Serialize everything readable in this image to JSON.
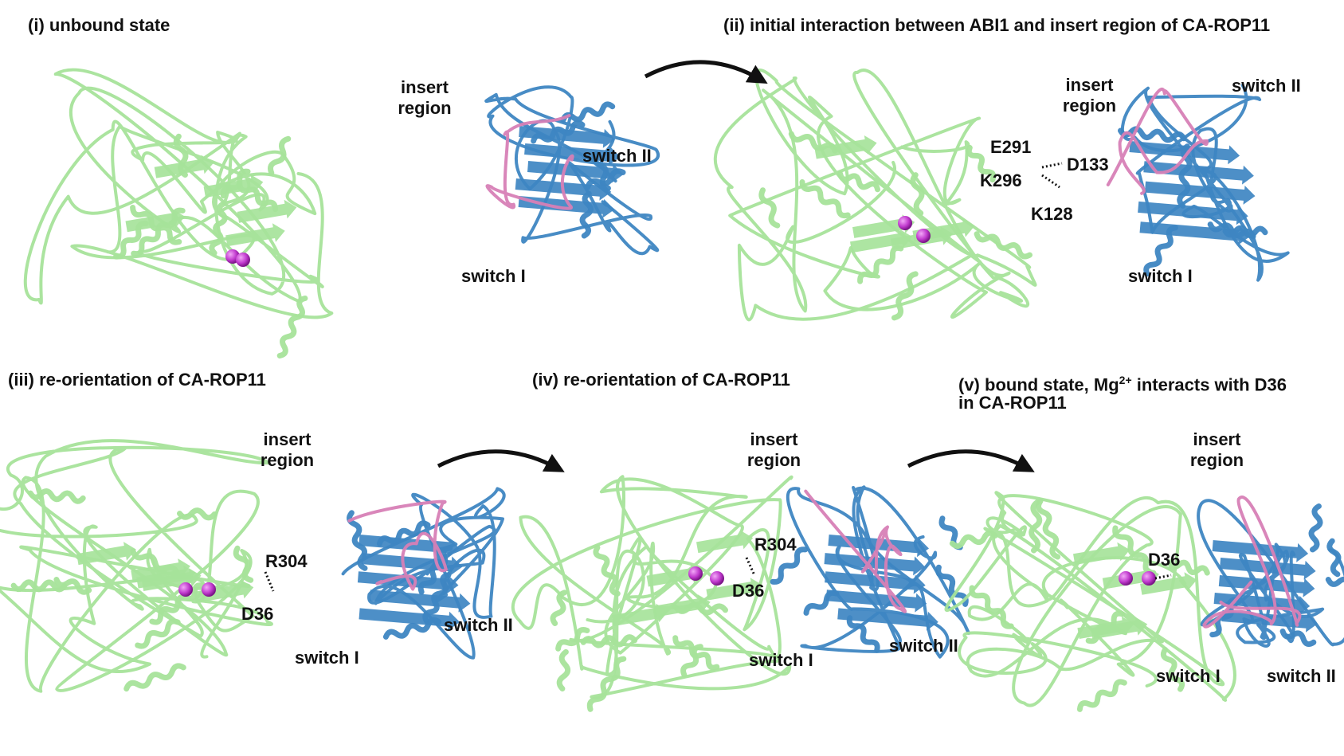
{
  "panels": {
    "p1": {
      "title": "(i) unbound state"
    },
    "p2": {
      "title": "(ii) initial interaction between ABI1 and insert region of CA-ROP11",
      "labels": {
        "insert_line1": "insert",
        "insert_line2": "region",
        "switch1": "switch I",
        "switch2": "switch II",
        "e291": "E291",
        "d133": "D133",
        "k296": "K296",
        "k128": "K128"
      }
    },
    "p3": {
      "title": "(iii) re-orientation of CA-ROP11",
      "labels": {
        "insert_line1": "insert",
        "insert_line2": "region",
        "r304": "R304",
        "d36": "D36",
        "switch1": "switch I",
        "switch2": "switch II"
      }
    },
    "p4": {
      "title": "(iv) re-orientation of CA-ROP11",
      "labels": {
        "insert_line1": "insert",
        "insert_line2": "region",
        "r304": "R304",
        "d36": "D36",
        "switch1": "switch I",
        "switch2": "switch II"
      }
    },
    "p5": {
      "title_prefix": "(v) bound state, Mg",
      "title_sup": "2+",
      "title_suffix": " interacts with D36",
      "title_line2": "in CA-ROP11",
      "labels": {
        "insert_line1": "insert",
        "insert_line2": "region",
        "d36": "D36",
        "switch1": "switch I",
        "switch2": "switch II"
      }
    },
    "rop_standalone": {
      "labels": {
        "insert_line1": "insert",
        "insert_line2": "region",
        "switch1": "switch I",
        "switch2": "switch II"
      }
    }
  },
  "colors": {
    "abi1_green": "#a6e39a",
    "rop_blue": "#3e86c2",
    "loop_pink": "#d77fb6",
    "mg_magenta": "#c23ccf",
    "arrow_black": "#111111"
  },
  "icons": [
    "curved-arrow-icon",
    "mg-ion-sphere-icon"
  ]
}
